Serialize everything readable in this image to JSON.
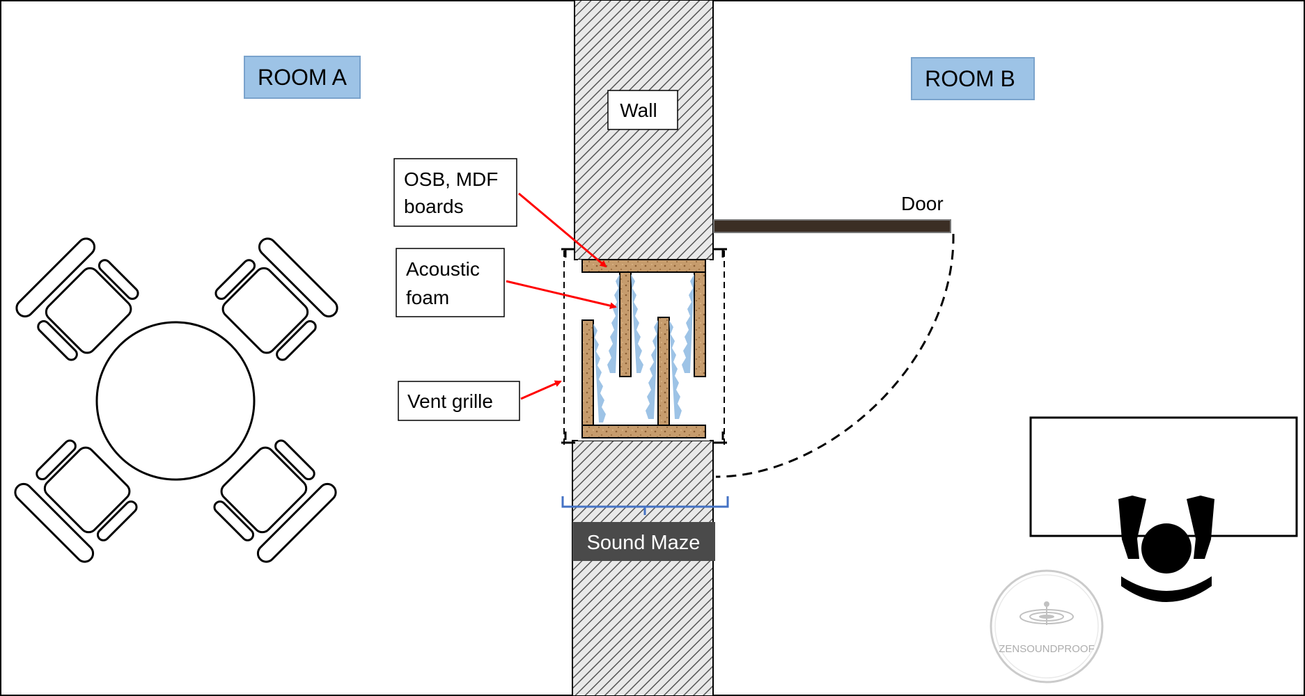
{
  "diagram": {
    "rooms": {
      "room_a": "ROOM A",
      "room_b": "ROOM B"
    },
    "labels": {
      "wall": "Wall",
      "door": "Door",
      "boards_line1": "OSB, MDF",
      "boards_line2": "boards",
      "foam_line1": "Acoustic",
      "foam_line2": "foam",
      "vent": "Vent grille",
      "sound_maze": "Sound Maze"
    },
    "watermark": "ZENSOUNDPROOF",
    "colors": {
      "room_label_bg": "#9dc3e6",
      "board": "#c69c6d",
      "foam": "#9dc3e6",
      "arrow": "#ff0000",
      "bracket": "#4472c4",
      "sound_maze_bg": "#4a4a4a",
      "door": "#3b2e24"
    }
  }
}
